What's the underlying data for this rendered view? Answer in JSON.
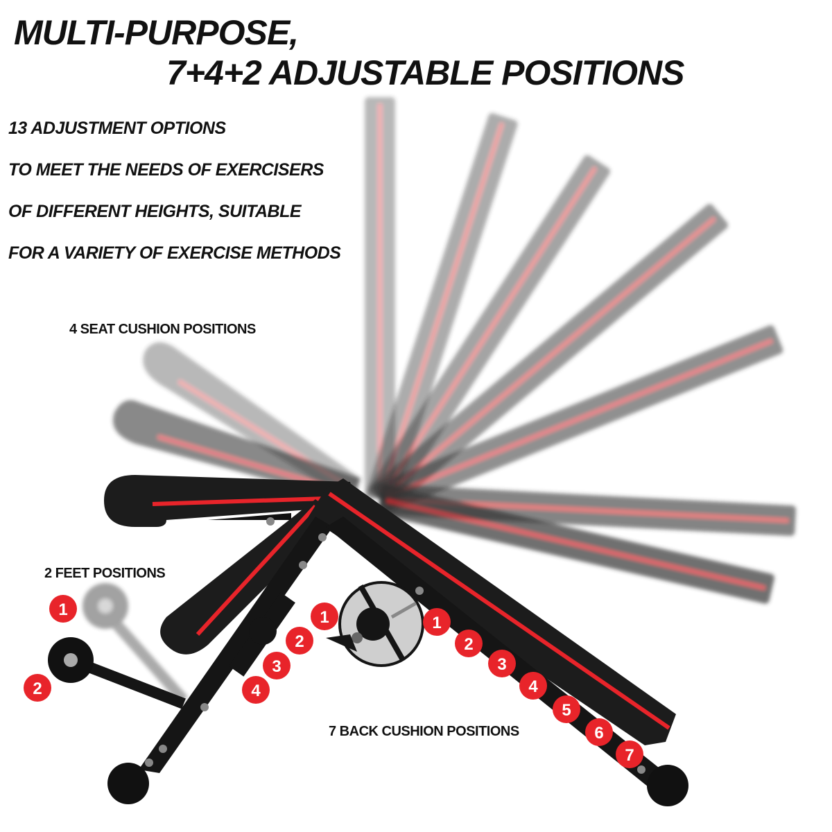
{
  "heading": {
    "line1": "MULTI-PURPOSE,",
    "line2": "7+4+2 ADJUSTABLE POSITIONS"
  },
  "description": [
    "13 ADJUSTMENT OPTIONS",
    "TO MEET THE NEEDS OF EXERCISERS",
    "OF DIFFERENT HEIGHTS, SUITABLE",
    "FOR A VARIETY OF EXERCISE METHODS"
  ],
  "labels": {
    "seat": "4 SEAT CUSHION POSITIONS",
    "feet": "2 FEET POSITIONS",
    "back": "7 BACK CUSHION POSITIONS"
  },
  "feet_badges": [
    "1",
    "2"
  ],
  "seat_badges": [
    "1",
    "2",
    "3",
    "4"
  ],
  "back_badges": [
    "1",
    "2",
    "3",
    "4",
    "5",
    "6",
    "7"
  ],
  "colors": {
    "accent_red": "#e8242a",
    "pad_black": "#1c1c1c",
    "frame_black": "#151515",
    "text": "#111111"
  }
}
